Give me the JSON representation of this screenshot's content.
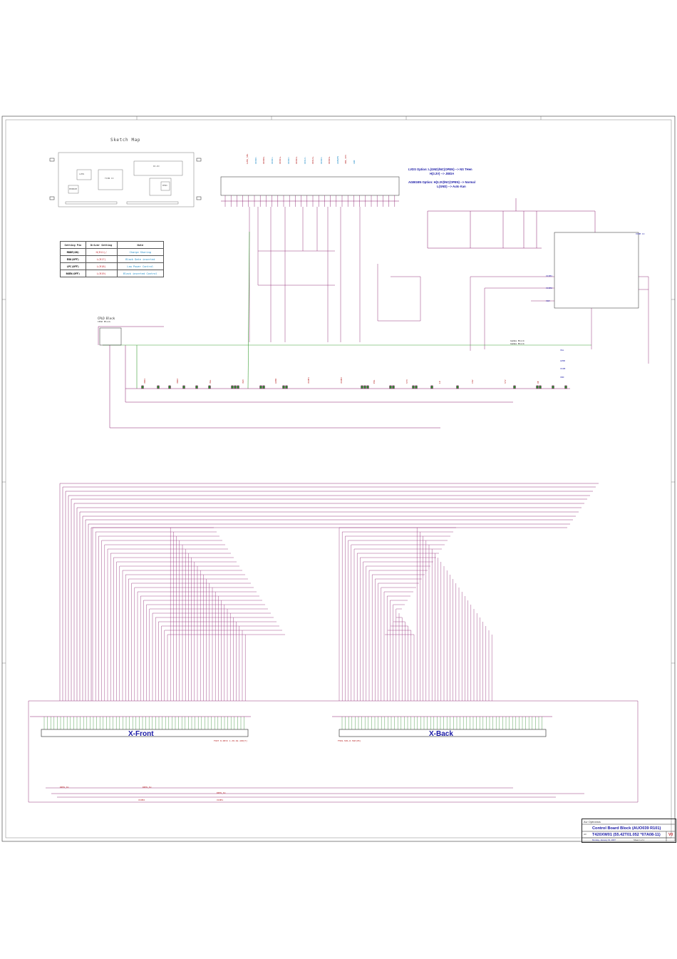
{
  "sketch_map": {
    "title": "Sketch Map",
    "blocks": [
      "LVDS",
      "TCON IC",
      "EEPROM",
      "DC-DC",
      "PMIC"
    ]
  },
  "setting_table": {
    "headers": [
      "Setting Pin",
      "Driver Setting",
      "Note"
    ],
    "rows": [
      {
        "pin": "MODE(ON)",
        "driver": "H(R11)/",
        "note": "Charge Sharing"
      },
      {
        "pin": "EGO(OFF)",
        "driver": "L(R17)",
        "note": "Black Date inserted"
      },
      {
        "pin": "LPC(OFF)",
        "driver": "L(R18)",
        "note": "Low Power Control"
      },
      {
        "pin": "BGEN(OFF)",
        "driver": "L(R19)",
        "note": "Black inserted Control"
      }
    ]
  },
  "notes": {
    "lvds_option": "LVDS Option: L(GND)/NC(OPEN) --> NS THen",
    "lvds_option_2": "H(3.3V) --> JEIDA",
    "agbgen_option": "AGBGEN Option: H(3.3V)/NC(OPEN) --> Normal",
    "agbgen_option_2": "L(GND) --> Auto Kan"
  },
  "connectors": {
    "x_front": "X-Front",
    "x_back": "X-Back",
    "x_front_pn": "FOOT 8-0872 1-30-62-100[T]",
    "x_back_pn": "FH19-50S-0.5SH(05)"
  },
  "blocks": {
    "cpld": "CPLD Block",
    "cpld_sub": "CPLD Block",
    "gamma": "Gamma Block",
    "gamma_sub": "Gamma Block",
    "vcom": "VCOM IC"
  },
  "nets": {
    "top_bus": [
      "LVDS_SEL",
      "RXIN0-",
      "RXIN0+",
      "RXIN1-",
      "RXIN1+",
      "RXIN2-",
      "RXIN2+",
      "RXCLK-",
      "RXCLK+",
      "RXIN3-",
      "RXIN3+",
      "AGBGEN",
      "VDD_3V3",
      "GND"
    ],
    "right_labels": [
      "VCOM1",
      "VCOM2",
      "VGH",
      "VGL",
      "AVDD",
      "VCOM",
      "VDD"
    ],
    "bus_labels": [
      "VDD1",
      "VDD2",
      "VGL",
      "VGH",
      "AVDD",
      "VCOM1",
      "VCOM2",
      "POL",
      "STH",
      "LD",
      "CKV",
      "STV",
      "OE"
    ],
    "bottom_bus": [
      "RPOS_Dx",
      "RPOS_Dx",
      "RPOS_Dx",
      "VCOM2",
      "VCOM1"
    ]
  },
  "title_block": {
    "company": "AU Optronics",
    "title": "Control Board Block (AUO039 R101)",
    "document": "T420XW01 (55.42T01.052 *07A08-11)",
    "rev": "V0",
    "size": "A3",
    "date": "Monday, January 01, 2007",
    "sheet": "Sheet 1 of 1"
  },
  "colors": {
    "wire": "#8b1f6e",
    "power": "#3aa035",
    "part": "#b51c1c",
    "net_label": "#1a1aa6",
    "pin": "#2e8b2e"
  }
}
